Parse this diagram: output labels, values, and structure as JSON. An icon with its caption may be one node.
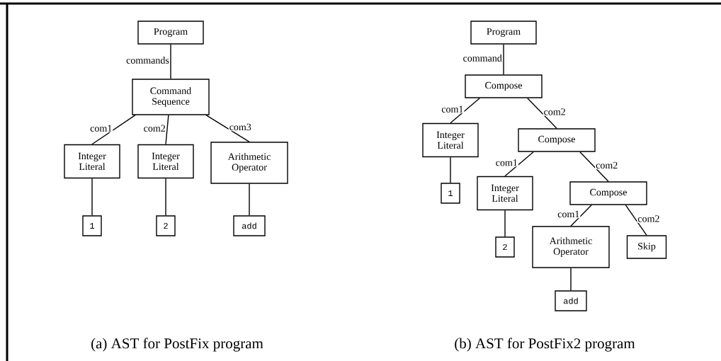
{
  "diagram": {
    "nodes": [
      {
        "text": [
          "Program"
        ]
      },
      {
        "text": [
          "Command Sequence"
        ]
      },
      {
        "text": [
          "Integer Literal"
        ]
      },
      {
        "text": [
          "Integer Literal"
        ]
      },
      {
        "text": [
          "Arithmetic Operator"
        ]
      },
      {
        "text": [
          "1"
        ]
      },
      {
        "text": [
          "2"
        ]
      },
      {
        "text": [
          "add"
        ]
      },
      {
        "text": [
          "Program"
        ]
      },
      {
        "text": [
          "Compose"
        ]
      },
      {
        "text": [
          "Integer Literal"
        ]
      },
      {
        "text": [
          "Compose"
        ]
      },
      {
        "text": [
          "1"
        ]
      },
      {
        "text": [
          "Integer Literal"
        ]
      },
      {
        "text": [
          "Compose"
        ]
      },
      {
        "text": [
          "2"
        ]
      },
      {
        "text": [
          "Arithmetic Operator"
        ]
      },
      {
        "text": [
          "Skip"
        ]
      },
      {
        "text": [
          "add"
        ]
      }
    ],
    "edges": [
      {
        "from": 0,
        "to": 1,
        "arrow": "none",
        "label": "commands"
      },
      {
        "from": 1,
        "to": 2,
        "arrow": "none",
        "label": "com1"
      },
      {
        "from": 1,
        "to": 3,
        "arrow": "none",
        "label": "com2"
      },
      {
        "from": 1,
        "to": 4,
        "arrow": "none",
        "label": "com3"
      },
      {
        "from": 2,
        "to": 5,
        "arrow": "none"
      },
      {
        "from": 3,
        "to": 6,
        "arrow": "none"
      },
      {
        "from": 4,
        "to": 7,
        "arrow": "none"
      },
      {
        "from": 8,
        "to": 9,
        "arrow": "none",
        "label": "command"
      },
      {
        "from": 9,
        "to": 10,
        "arrow": "none",
        "label": "com1"
      },
      {
        "from": 9,
        "to": 11,
        "arrow": "none",
        "label": "com2"
      },
      {
        "from": 10,
        "to": 12,
        "arrow": "none"
      },
      {
        "from": 11,
        "to": 13,
        "arrow": "none",
        "label": "com1"
      },
      {
        "from": 11,
        "to": 14,
        "arrow": "none",
        "label": "com2"
      },
      {
        "from": 13,
        "to": 15,
        "arrow": "none"
      },
      {
        "from": 14,
        "to": 16,
        "arrow": "none",
        "label": "com1"
      },
      {
        "from": 14,
        "to": 17,
        "arrow": "none",
        "label": "com2"
      },
      {
        "from": 16,
        "to": 18,
        "arrow": "none"
      }
    ],
    "labels": [
      "(a) AST for PostFix program",
      "(b) AST for PostFix2 program"
    ]
  }
}
